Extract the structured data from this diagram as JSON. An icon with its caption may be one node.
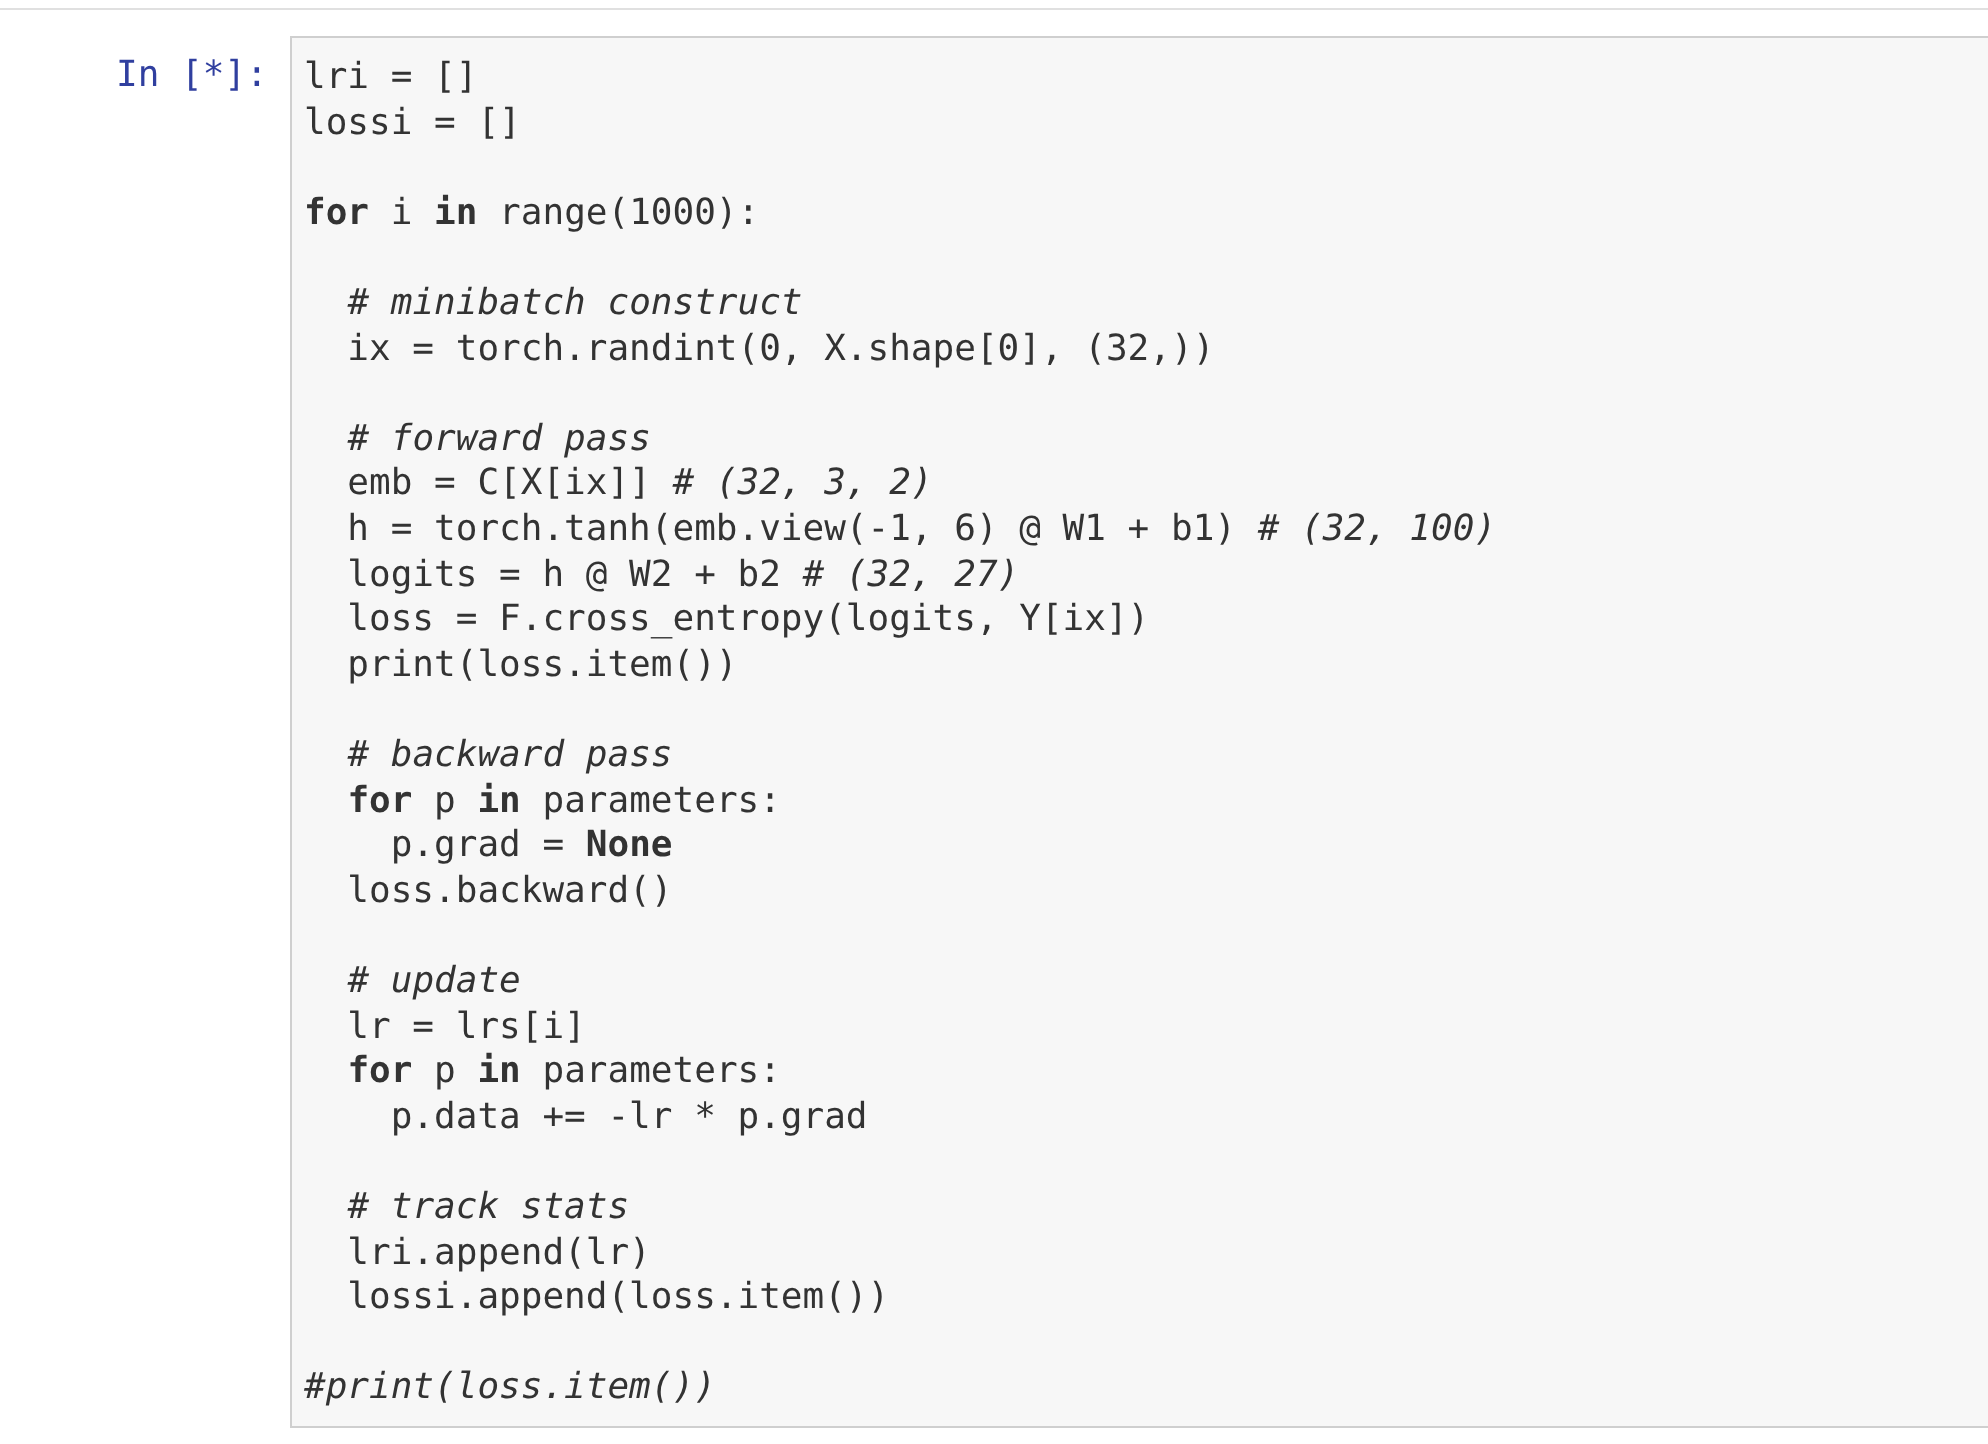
{
  "diagram": {
    "nodes": [
      {
        "text": [
          "lri = []",
          "lossi = []",
          "**for** i **in** range(1000):",
          "  *# minibatch construct*",
          "  ix = torch.randint(0, X.shape[0], (32,))",
          "  *# forward pass*",
          "  emb = C[X[ix]] *# (32, 3, 2)*",
          "  h = torch.tanh(emb.view(-1, 6) @ W1 + b1) *# (32, 100)*",
          "  logits = h @ W2 + b2 *# (32, 27)*",
          "  loss = F.cross_entropy(logits, Y[ix])",
          "  print(loss.item())",
          "  *# backward pass*",
          "  **for** p **in** parameters:",
          "    p.grad = **None**",
          "  loss.backward()",
          "  *# update*",
          "  lr = lrs[i]",
          "  **for** p **in** parameters:",
          "    p.data += -lr * p.grad",
          "  *# track stats*",
          "  lri.append(lr)",
          "  lossi.append(loss.item())",
          "*#print(loss.item())*"
        ]
      }
    ],
    "labels": [
      "In [*]:"
    ]
  }
}
